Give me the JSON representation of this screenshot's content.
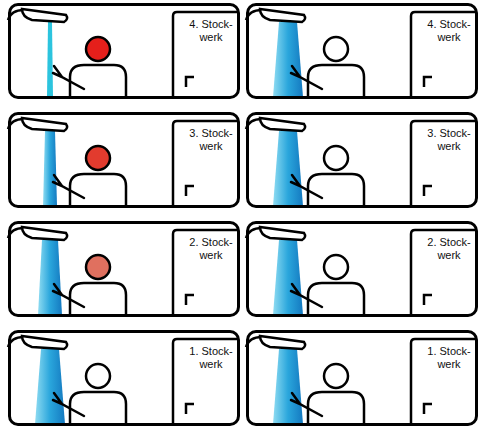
{
  "diagram": {
    "nodes": [
      {
        "text": [
          "4. Stock- werk"
        ]
      },
      {
        "text": [
          "4. Stock- werk"
        ]
      },
      {
        "text": [
          "3. Stock- werk"
        ]
      },
      {
        "text": [
          "3. Stock- werk"
        ]
      },
      {
        "text": [
          "2. Stock- werk"
        ]
      },
      {
        "text": [
          "2. Stock- werk"
        ]
      },
      {
        "text": [
          "1. Stock- werk"
        ]
      },
      {
        "text": [
          "1. Stock- werk"
        ]
      }
    ]
  }
}
